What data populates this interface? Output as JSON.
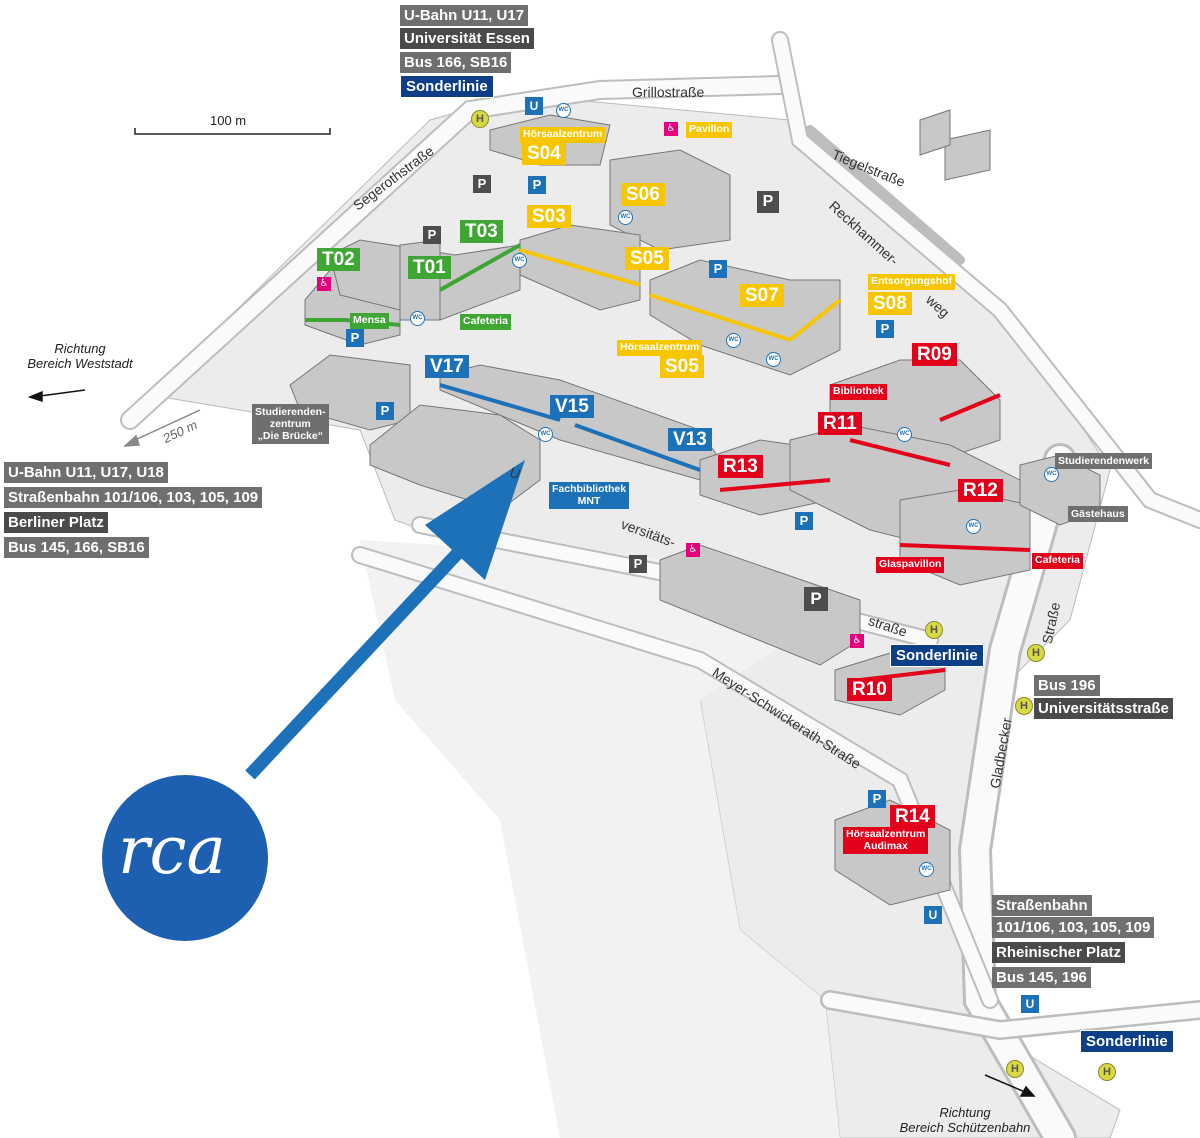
{
  "scale_label": "100 m",
  "distance_label": "250 m",
  "transit_top": [
    "U-Bahn U11, U17",
    "Universität Essen",
    "Bus 166, SB16",
    "Sonderlinie"
  ],
  "transit_left": [
    "U-Bahn U11, U17, U18",
    "Straßenbahn 101/106, 103, 105, 109",
    "Berliner Platz",
    "Bus 145, 166, SB16"
  ],
  "transit_mid_right": [
    "Sonderlinie",
    "Bus 196",
    "Universitätsstraße"
  ],
  "transit_bottom_right": [
    "Straßenbahn",
    "101/106, 103, 105, 109",
    "Rheinischer Platz",
    "Bus 145, 196",
    "Sonderlinie"
  ],
  "directions": {
    "west_line1": "Richtung",
    "west_line2": "Bereich Weststadt",
    "south_line1": "Richtung",
    "south_line2": "Bereich Schützenbahn"
  },
  "streets": {
    "grillo": "Grillostraße",
    "segeroth": "Segerothstraße",
    "tiegel": "Tiegelstraße",
    "reckhammer_1": "Reckhammer-",
    "reckhammer_2": "weg",
    "uni_1": "U",
    "uni_2": "versitäts-",
    "uni_3": "straße",
    "meyer": "Meyer-Schwickerath-Straße",
    "gladbecker_1": "Gladbecker",
    "gladbecker_2": "Straße"
  },
  "buildings": {
    "T01": "T01",
    "T02": "T02",
    "T03": "T03",
    "S03": "S03",
    "S04": "S04",
    "S05a": "S05",
    "S05b": "S05",
    "S06": "S06",
    "S07": "S07",
    "S08": "S08",
    "V13": "V13",
    "V15": "V15",
    "V17": "V17",
    "R09": "R09",
    "R10": "R10",
    "R11": "R11",
    "R12": "R12",
    "R13": "R13",
    "R14": "R14"
  },
  "places": {
    "hoersaal_s04": "Hörsaalzentrum",
    "pavillon": "Pavillon",
    "mensa": "Mensa",
    "cafeteria_t": "Cafeteria",
    "entsorgung": "Entsorgungshof",
    "hoersaal_s05": "Hörsaalzentrum",
    "bruecke_1": "Studierenden-",
    "bruecke_2": "zentrum",
    "bruecke_3": "„Die Brücke“",
    "bibliothek": "Bibliothek",
    "fachbib_1": "Fachbibliothek",
    "fachbib_2": "MNT",
    "studierendenwerk": "Studierendenwerk",
    "gaestehaus": "Gästehaus",
    "glaspavillon": "Glaspavillon",
    "cafeteria_r": "Cafeteria",
    "audimax_1": "Hörsaalzentrum",
    "audimax_2": "Audimax"
  },
  "icons": {
    "parking": "P",
    "ubahn": "U",
    "halt": "H",
    "wc": "WC",
    "accessible": "♿"
  },
  "logo_text": "rca",
  "colors": {
    "green": "#3fa535",
    "yellow": "#f7c600",
    "blue": "#1d71b8",
    "red": "#e3001b",
    "navy": "#0c3f87"
  }
}
